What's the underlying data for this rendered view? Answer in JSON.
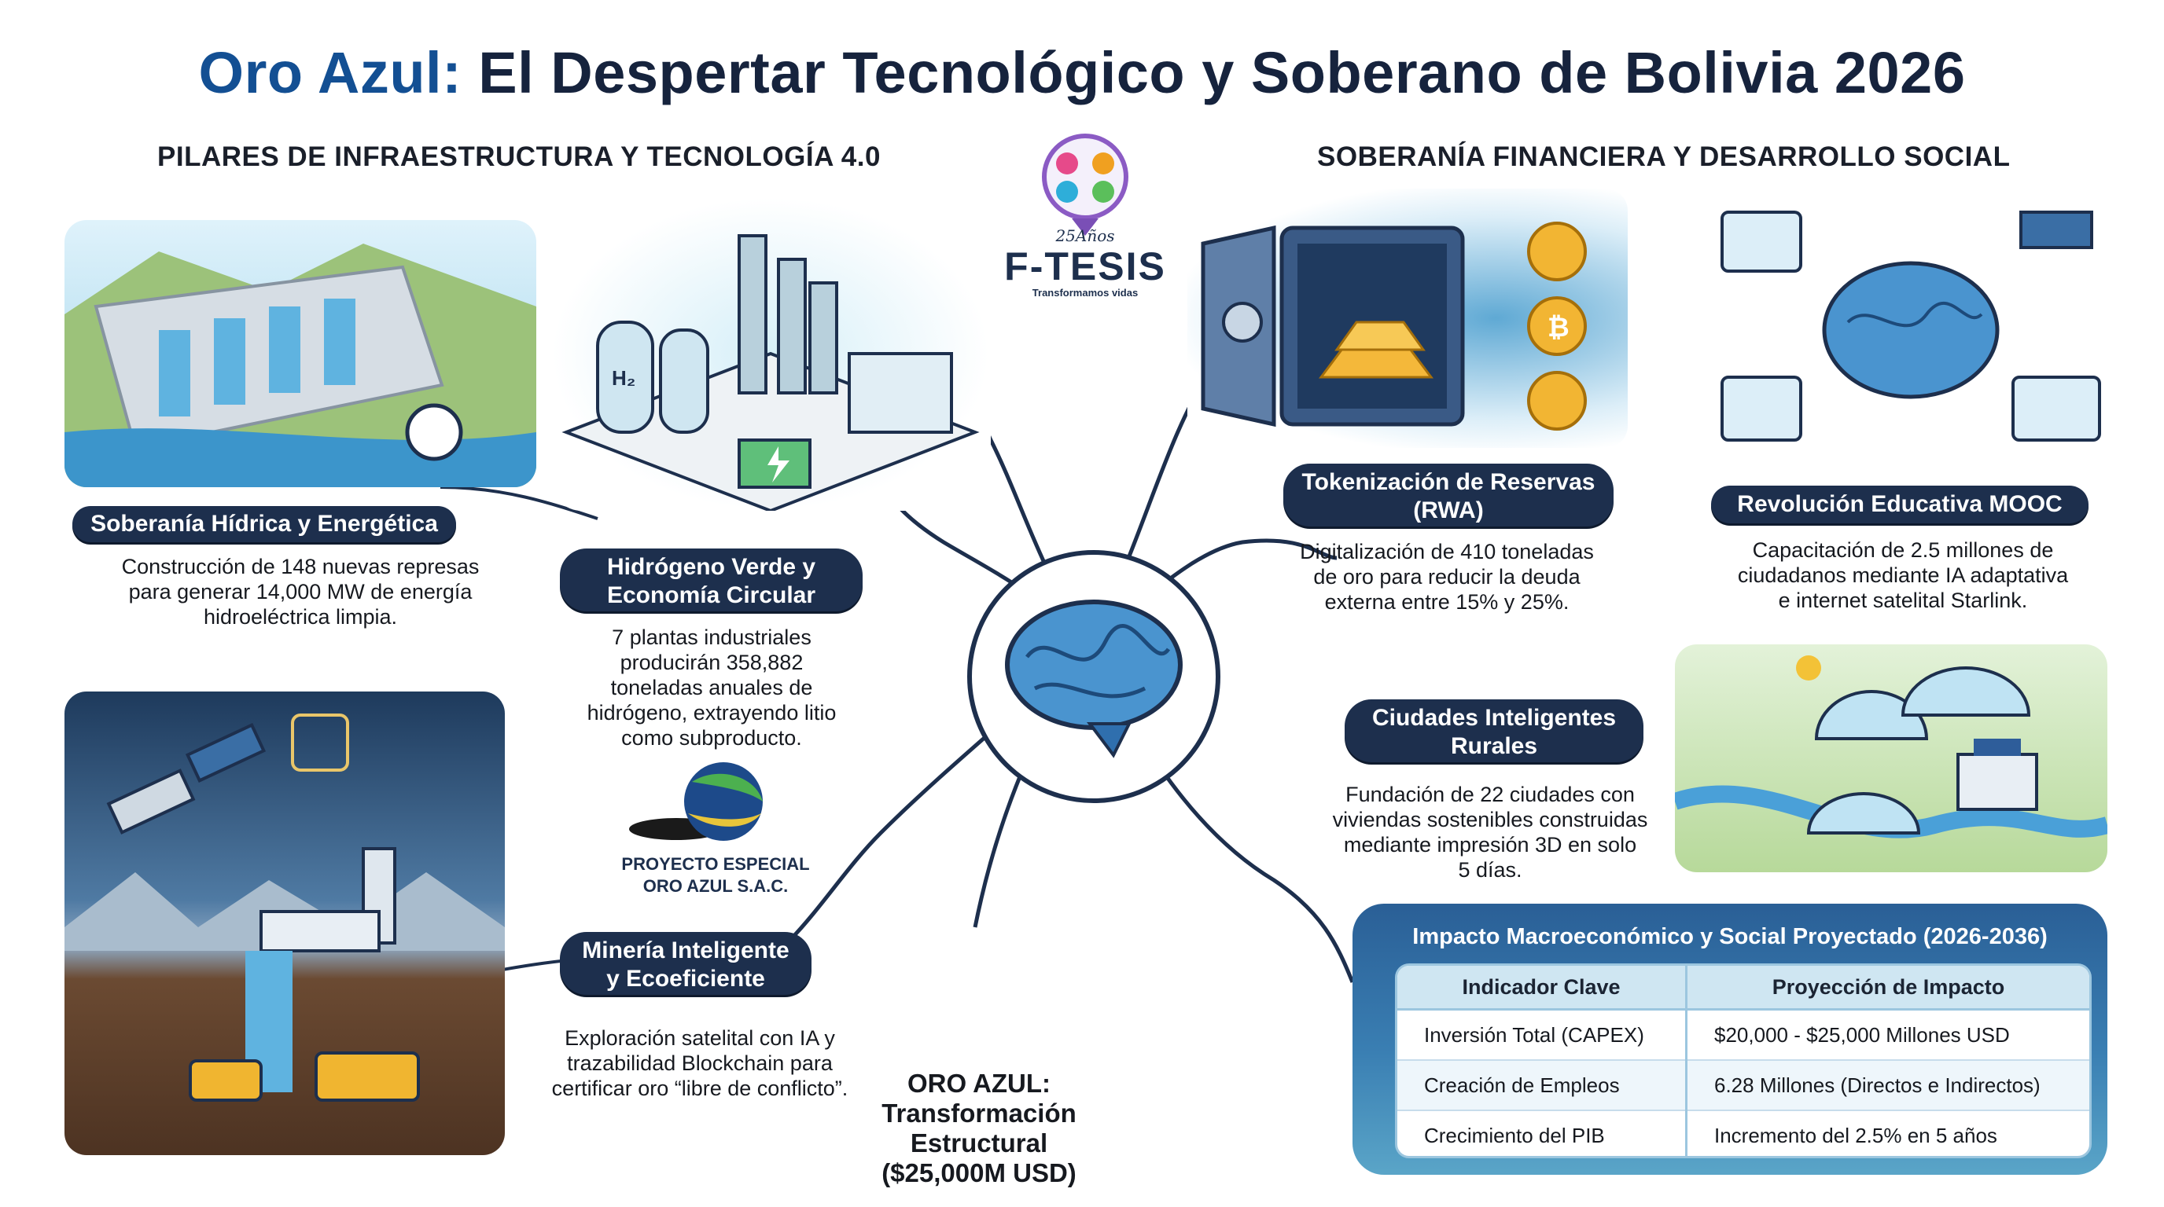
{
  "title": {
    "accent": "Oro Azul:",
    "rest": " El Despertar Tecnológico y Soberano de Bolivia 2026"
  },
  "left_section_heading": "PILARES DE INFRAESTRUCTURA Y TECNOLOGÍA 4.0",
  "right_section_heading": "SOBERANÍA FINANCIERA Y DESARROLLO SOCIAL",
  "logo": {
    "top_script": "25Años",
    "brand": "F-TESIS",
    "tagline": "Transformamos vidas"
  },
  "pillars": {
    "hydro": {
      "label": "Soberanía Hídrica y Energética",
      "desc": [
        "Construcción de 148 nuevas represas",
        "para generar 14,000 MW de energía",
        "hidroeléctrica limpia."
      ]
    },
    "hydrogen": {
      "label": [
        "Hidrógeno Verde y",
        "Economía Circular"
      ],
      "desc": [
        "7 plantas industriales",
        "producirán 358,882",
        "toneladas anuales de",
        "hidrógeno, extrayendo litio",
        "como subproducto."
      ]
    },
    "mining": {
      "label": [
        "Minería Inteligente",
        "y Ecoeficiente"
      ],
      "desc": [
        "Exploración satelital con IA y",
        "trazabilidad Blockchain para",
        "certificar oro “libre de conflicto”."
      ]
    },
    "tokenization": {
      "label": [
        "Tokenización de Reservas",
        "(RWA)"
      ],
      "desc": [
        "Digitalización de 410 toneladas",
        "de oro para reducir la deuda",
        "externa entre 15% y 25%."
      ]
    },
    "education": {
      "label": "Revolución Educativa MOOC",
      "desc": [
        "Capacitación de 2.5 millones de",
        "ciudadanos mediante IA adaptativa",
        "e internet satelital Starlink."
      ]
    },
    "cities": {
      "label": [
        "Ciudades Inteligentes",
        "Rurales"
      ],
      "desc": [
        "Fundación de 22 ciudades con",
        "viviendas sostenibles construidas",
        "mediante impresión 3D en solo",
        "5 días."
      ]
    }
  },
  "project_logo": {
    "line1": "PROYECTO ESPECIAL",
    "line2": "ORO AZUL S.A.C."
  },
  "center": {
    "line1": "ORO AZUL:",
    "line2": "Transformación Estructural",
    "line3": "($25,000M USD)"
  },
  "impact": {
    "title": "Impacto Macroeconómico y Social Proyectado (2026-2036)",
    "headers": [
      "Indicador Clave",
      "Proyección de Impacto"
    ],
    "rows": [
      [
        "Inversión Total (CAPEX)",
        "$20,000 - $25,000 Millones USD"
      ],
      [
        "Creación de Empleos",
        "6.28 Millones (Directos e Indirectos)"
      ],
      [
        "Crecimiento del PIB",
        "Incremento del 2.5% en 5 años"
      ]
    ]
  },
  "colors": {
    "navy": "#1d2f4d",
    "title_accent": "#134f93",
    "title_dark": "#16233d",
    "brain_blue": "#3a86c8"
  }
}
